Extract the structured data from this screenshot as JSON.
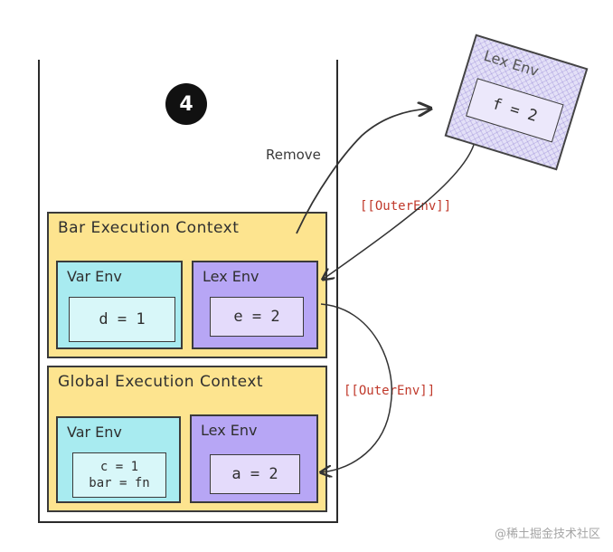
{
  "step_badge": "4",
  "remove_label": "Remove",
  "outer_env_label_top": "[[OuterEnv]]",
  "outer_env_label_bottom": "[[OuterEnv]]",
  "removed_env": {
    "title": "Lex Env",
    "value": "f = 2"
  },
  "bar_context": {
    "title": "Bar Execution Context",
    "var_env": {
      "title": "Var Env",
      "value": "d = 1"
    },
    "lex_env": {
      "title": "Lex Env",
      "value": "e = 2"
    }
  },
  "global_context": {
    "title": "Global Execution Context",
    "var_env": {
      "title": "Var Env",
      "value_line1": "c = 1",
      "value_line2": "bar = fn"
    },
    "lex_env": {
      "title": "Lex Env",
      "value": "a = 2"
    }
  },
  "watermark": "@稀土掘金技术社区",
  "colors": {
    "context_bg": "#fde48f",
    "var_env_bg": "#a8ebf0",
    "lex_env_bg": "#b7a6f5",
    "outer_env_text": "#c0392b"
  }
}
